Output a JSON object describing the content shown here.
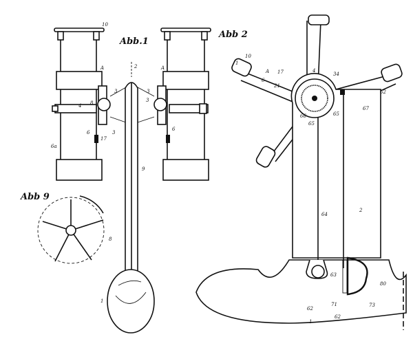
{
  "figures": {
    "fig1": {
      "title": "Abb.1",
      "labels": [
        "10",
        "A",
        "A",
        "2",
        "3",
        "3",
        "4",
        "8",
        "6",
        "17",
        "3",
        "6a",
        "6",
        "9",
        "1",
        "3"
      ]
    },
    "fig2": {
      "title": "Abb 2",
      "labels": [
        "10",
        "1",
        "A",
        "17",
        "6",
        "21",
        "4",
        "34",
        "62",
        "67",
        "66",
        "65",
        "65",
        "64",
        "2",
        "63",
        "62",
        "71",
        "62",
        "80",
        "73",
        "1"
      ]
    },
    "fig9": {
      "title": "Abb 9",
      "labels": [
        "8"
      ]
    }
  }
}
